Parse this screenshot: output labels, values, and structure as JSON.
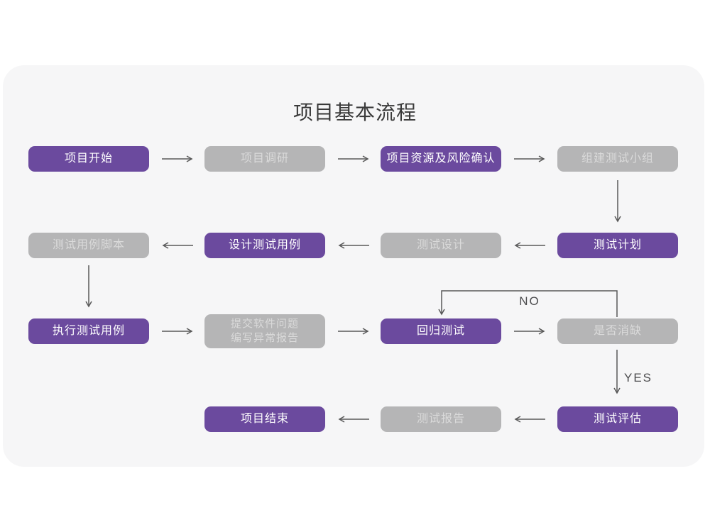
{
  "page": {
    "title": "项目基本流程"
  },
  "colors": {
    "primary": "#6b4a9e",
    "muted": "#b5b5b6",
    "muted_text": "#dadada",
    "card_bg": "#f6f6f7",
    "arrow": "#595959",
    "title": "#3a3a3a"
  },
  "labels": {
    "no": "NO",
    "yes": "YES"
  },
  "nodes": [
    {
      "id": "project-start",
      "label": "项目开始",
      "variant": "primary"
    },
    {
      "id": "project-research",
      "label": "项目调研",
      "variant": "muted"
    },
    {
      "id": "resources-risk",
      "label": "项目资源及风险确认",
      "variant": "primary"
    },
    {
      "id": "build-test-team",
      "label": "组建测试小组",
      "variant": "muted"
    },
    {
      "id": "test-plan",
      "label": "测试计划",
      "variant": "primary"
    },
    {
      "id": "test-design",
      "label": "测试设计",
      "variant": "muted"
    },
    {
      "id": "design-test-cases",
      "label": "设计测试用例",
      "variant": "primary"
    },
    {
      "id": "test-case-scripts",
      "label": "测试用例脚本",
      "variant": "muted"
    },
    {
      "id": "execute-test-cases",
      "label": "执行测试用例",
      "variant": "primary"
    },
    {
      "id": "submit-issues",
      "label": "提交软件问题",
      "label2": "编写异常报告",
      "variant": "muted"
    },
    {
      "id": "regression-test",
      "label": "回归测试",
      "variant": "primary"
    },
    {
      "id": "defect-cleared",
      "label": "是否消缺",
      "variant": "muted"
    },
    {
      "id": "test-evaluation",
      "label": "测试评估",
      "variant": "primary"
    },
    {
      "id": "test-report",
      "label": "测试报告",
      "variant": "muted"
    },
    {
      "id": "project-end",
      "label": "项目结束",
      "variant": "primary"
    }
  ],
  "edges": [
    {
      "from": "project-start",
      "to": "project-research"
    },
    {
      "from": "project-research",
      "to": "resources-risk"
    },
    {
      "from": "resources-risk",
      "to": "build-test-team"
    },
    {
      "from": "build-test-team",
      "to": "test-plan"
    },
    {
      "from": "test-plan",
      "to": "test-design"
    },
    {
      "from": "test-design",
      "to": "design-test-cases"
    },
    {
      "from": "design-test-cases",
      "to": "test-case-scripts"
    },
    {
      "from": "test-case-scripts",
      "to": "execute-test-cases"
    },
    {
      "from": "execute-test-cases",
      "to": "submit-issues"
    },
    {
      "from": "submit-issues",
      "to": "regression-test"
    },
    {
      "from": "regression-test",
      "to": "defect-cleared"
    },
    {
      "from": "defect-cleared",
      "to": "regression-test",
      "label": "NO"
    },
    {
      "from": "defect-cleared",
      "to": "test-evaluation",
      "label": "YES"
    },
    {
      "from": "test-evaluation",
      "to": "test-report"
    },
    {
      "from": "test-report",
      "to": "project-end"
    }
  ]
}
